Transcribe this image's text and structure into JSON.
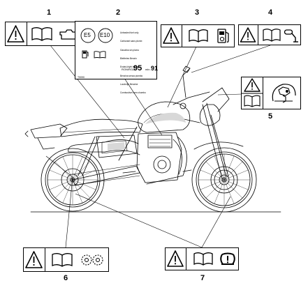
{
  "callouts": [
    "1",
    "2",
    "3",
    "4",
    "5",
    "6",
    "7"
  ],
  "label2": {
    "fuel_e5": "E5",
    "fuel_e10": "E10",
    "text_lines": [
      "Unleaded fuel only",
      "Carburant sans plomb",
      "Gasolina sin plomo",
      "Bleifreies Benzin",
      "Ended-blyfri benzin",
      "Benzina senza piombo",
      "Loodvrije Benzine",
      "Combustível sem chumbo"
    ],
    "ron_label": "RON/ROZ",
    "ron_value": "95",
    "min_label": "min.",
    "min_value": "91",
    "code": "T9090"
  },
  "icons": {
    "warning": "warning-triangle-icon",
    "manual": "open-book-icon",
    "oil": "oil-can-icon",
    "fuel": "fuel-pump-icon",
    "chain": "chain-icon",
    "mirror": "mirror-icon",
    "headlamp": "headlamp-icon",
    "tyre_pressure": "tyre-pressure-icon"
  },
  "colors": {
    "line": "#000000",
    "background": "#ffffff",
    "shade": "#d8d8d8"
  }
}
